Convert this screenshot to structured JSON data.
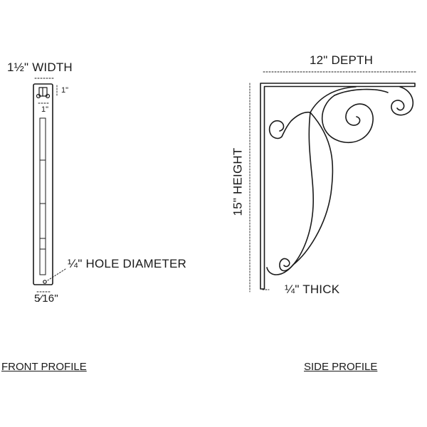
{
  "colors": {
    "ink": "#1a1a1a",
    "background": "#ffffff"
  },
  "front_view": {
    "width_label": "1½\" WIDTH",
    "top_tab_label": "1\"",
    "hole_spacing_label": "1\"",
    "hole_label": "¼\" HOLE DIAMETER",
    "thickness_label": "5⁄16\"",
    "caption": "FRONT PROFILE"
  },
  "side_view": {
    "depth_label": "12\" DEPTH",
    "height_label": "15\" HEIGHT",
    "thick_label": "¼\" THICK",
    "caption": "SIDE PROFILE"
  }
}
